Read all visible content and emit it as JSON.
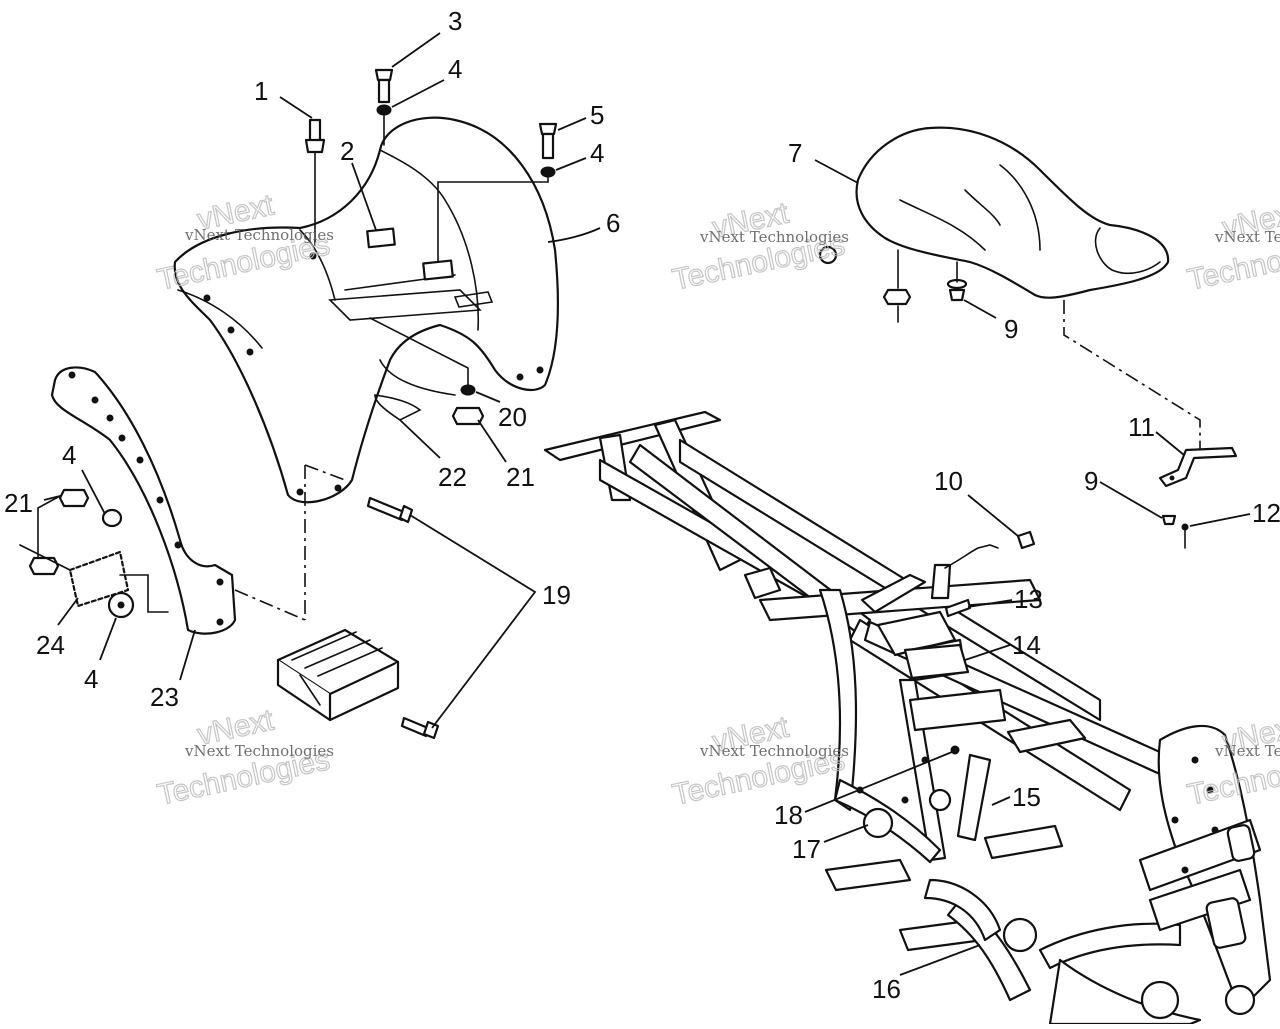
{
  "callouts": {
    "c1": "1",
    "c2": "2",
    "c3": "3",
    "c4a": "4",
    "c4b": "4",
    "c4c": "4",
    "c4d": "4",
    "c5": "5",
    "c6": "6",
    "c7": "7",
    "c9a": "9",
    "c9b": "9",
    "c10": "10",
    "c11": "11",
    "c12": "12",
    "c13": "13",
    "c14": "14",
    "c15": "15",
    "c16": "16",
    "c17": "17",
    "c18": "18",
    "c19": "19",
    "c20": "20",
    "c21a": "21",
    "c21b": "21",
    "c22": "22",
    "c23": "23",
    "c24": "24"
  },
  "watermark": {
    "line1": "vNext Technologies",
    "big1": "vNext",
    "big2": "Technologies"
  }
}
